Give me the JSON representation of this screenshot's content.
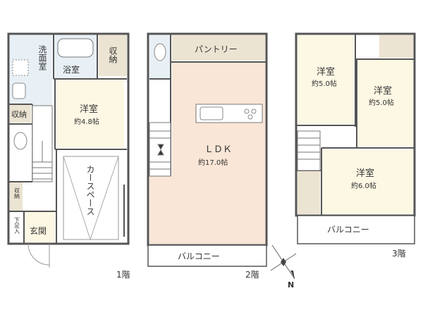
{
  "floor1": {
    "level": "1階",
    "senmenshitsu": "洗面室",
    "yokushitsu": "浴室",
    "shuno_top": "収納",
    "shuno_left": "収納",
    "shuno_small": "収納",
    "getabako": "下足入",
    "genkan": "玄関",
    "yoshitsu": {
      "name": "洋室",
      "size": "約4.8帖"
    },
    "carspace": "カースペース"
  },
  "floor2": {
    "level": "2階",
    "pantry": "パントリー",
    "ldk": {
      "name": "ＬＤＫ",
      "size": "約17.0帖"
    },
    "balcony": "バルコニー"
  },
  "floor3": {
    "level": "3階",
    "room_a": {
      "name": "洋室",
      "size": "約5.0帖"
    },
    "room_b": {
      "name": "洋室",
      "size": "約5.0帖"
    },
    "room_c": {
      "name": "洋室",
      "size": "約6.0帖"
    },
    "balcony": "バルコニー"
  },
  "compass": {
    "north": "N"
  },
  "colors": {
    "wall": "#555555",
    "wet": "#e8f0f6",
    "room": "#fdf8e4",
    "storage": "#ece4d2",
    "ldk": "#f9e6d6"
  }
}
